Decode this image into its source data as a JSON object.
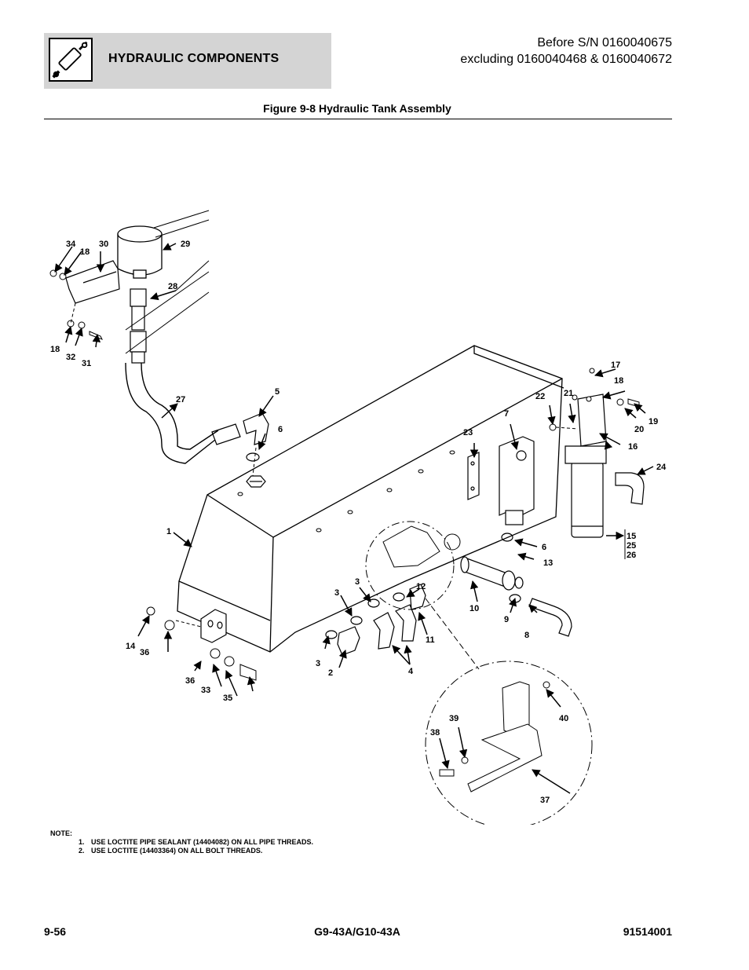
{
  "header": {
    "section_title": "HYDRAULIC COMPONENTS",
    "icon": "hydraulic-cylinder-icon",
    "serial_line1": "Before S/N 0160040675",
    "serial_line2": "excluding 0160040468 & 0160040672"
  },
  "figure": {
    "title": "Figure 9-8 Hydraulic Tank Assembly",
    "callouts": {
      "c1": "1",
      "c2": "2",
      "c3a": "3",
      "c3b": "3",
      "c3c": "3",
      "c4": "4",
      "c5": "5",
      "c6a": "6",
      "c6b": "6",
      "c7": "7",
      "c8": "8",
      "c9": "9",
      "c10": "10",
      "c11": "11",
      "c12": "12",
      "c13": "13",
      "c14": "14",
      "c15": "15",
      "c16": "16",
      "c17": "17",
      "c18a": "18",
      "c18b": "18",
      "c18c": "18",
      "c19": "19",
      "c20": "20",
      "c21": "21",
      "c22": "22",
      "c23": "23",
      "c24": "24",
      "c25": "25",
      "c26": "26",
      "c27": "27",
      "c28": "28",
      "c29": "29",
      "c30": "30",
      "c31": "31",
      "c32": "32",
      "c33": "33",
      "c34": "34",
      "c35": "35",
      "c36a": "36",
      "c36b": "36",
      "c37": "37",
      "c38": "38",
      "c39": "39",
      "c40": "40"
    }
  },
  "notes": {
    "label": "NOTE:",
    "items": [
      {
        "num": "1.",
        "text": "USE LOCTITE PIPE SEALANT (14404082) ON ALL PIPE THREADS."
      },
      {
        "num": "2.",
        "text": "USE LOCTITE (14403364) ON ALL BOLT THREADS."
      }
    ]
  },
  "footer": {
    "page": "9-56",
    "model": "G9-43A/G10-43A",
    "doc_number": "91514001"
  }
}
